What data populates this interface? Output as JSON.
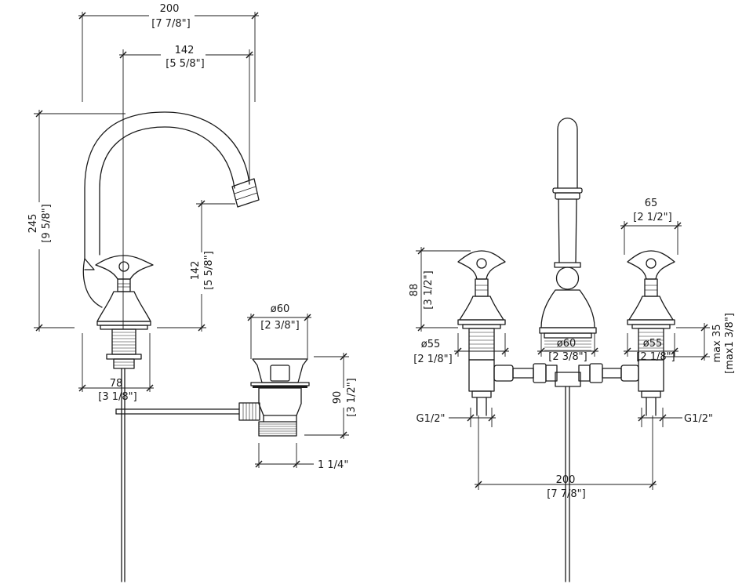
{
  "drawing": {
    "side_view": {
      "spout_width": {
        "mm": "200",
        "inch": "[7 7/8\"]"
      },
      "spout_reach": {
        "mm": "142",
        "inch": "[5 5/8\"]"
      },
      "total_height": {
        "mm": "245",
        "inch": "[9 5/8\"]"
      },
      "spout_clearance": {
        "mm": "142",
        "inch": "[5 5/8\"]"
      },
      "base_width": {
        "mm": "78",
        "inch": "[3 1/8\"]"
      },
      "drain_diameter": {
        "mm": "ø60",
        "inch": "[2 3/8\"]"
      },
      "drain_height": {
        "mm": "90",
        "inch": "[3 1/2\"]"
      },
      "drain_thread": "1 1/4\""
    },
    "front_view": {
      "handle_spacing": {
        "mm": "65",
        "inch": "[2 1/2\"]"
      },
      "handle_height": {
        "mm": "88",
        "inch": "[3 1/2\"]"
      },
      "handle_base_left": {
        "mm": "ø55",
        "inch": "[2 1/8\"]"
      },
      "spout_base": {
        "mm": "ø60",
        "inch": "[2 3/8\"]"
      },
      "handle_base_right": {
        "mm": "ø55",
        "inch": "[2 1/8\"]"
      },
      "deck_thickness": {
        "mm": "max 35",
        "inch": "[max1 3/8\"]"
      },
      "inlet_left": "G1/2\"",
      "inlet_right": "G1/2\"",
      "centers": {
        "mm": "200",
        "inch": "[7 7/8\"]"
      }
    }
  }
}
